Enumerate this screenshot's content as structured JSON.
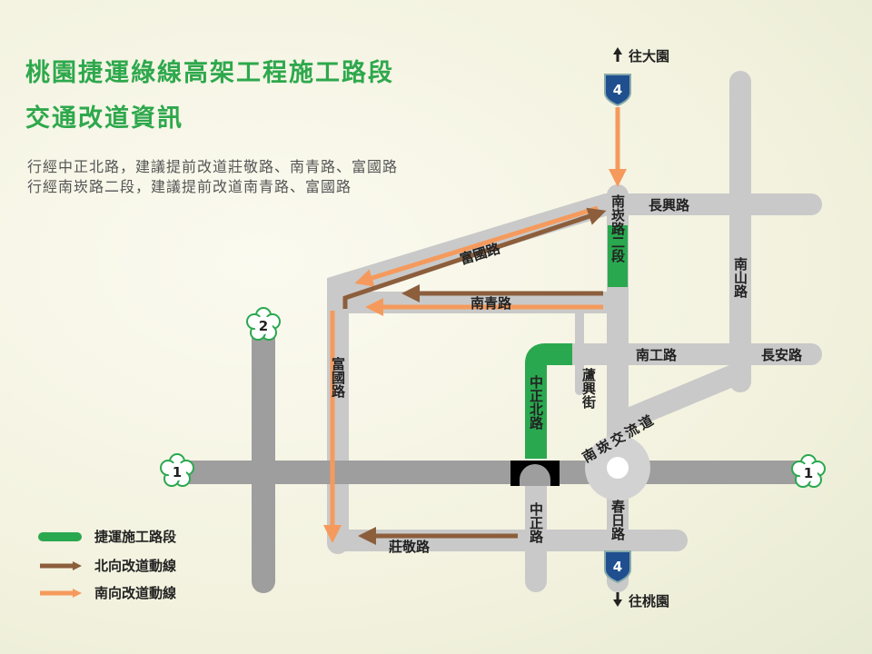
{
  "title_line1": "桃園捷運綠線高架工程施工路段",
  "title_line2": "交通改道資訊",
  "notes": [
    "行經中正北路，建議提前改道莊敬路、南青路、富國路",
    "行經南崁路二段，建議提前改道南青路、富國路"
  ],
  "roads": {
    "changxing": "長興路",
    "nanshan": "南山路",
    "nangong": "南工路",
    "changan": "長安路",
    "fuguo_diag": "富國路",
    "fuguo_vert": "富國路",
    "nanqing": "南青路",
    "zhongzhengbei": "中正北路",
    "nankan2": "南崁路二段",
    "zhuangjing": "莊敬路",
    "zhongzheng": "中正路",
    "chunri": "春日路",
    "luxing": "蘆興街",
    "interchange": "南崁交流道"
  },
  "directions": {
    "north": "往大園",
    "south": "往桃園"
  },
  "shields": {
    "hwy4_top": "4",
    "hwy4_bottom": "4",
    "r2": "2",
    "r1_left": "1",
    "r1_right": "1"
  },
  "legend": [
    {
      "label": "捷運施工路段",
      "color": "#2aa84f"
    },
    {
      "label": "北向改道動線",
      "color": "#8c5e3c"
    },
    {
      "label": "南向改道動線",
      "color": "#f59a5c"
    }
  ]
}
